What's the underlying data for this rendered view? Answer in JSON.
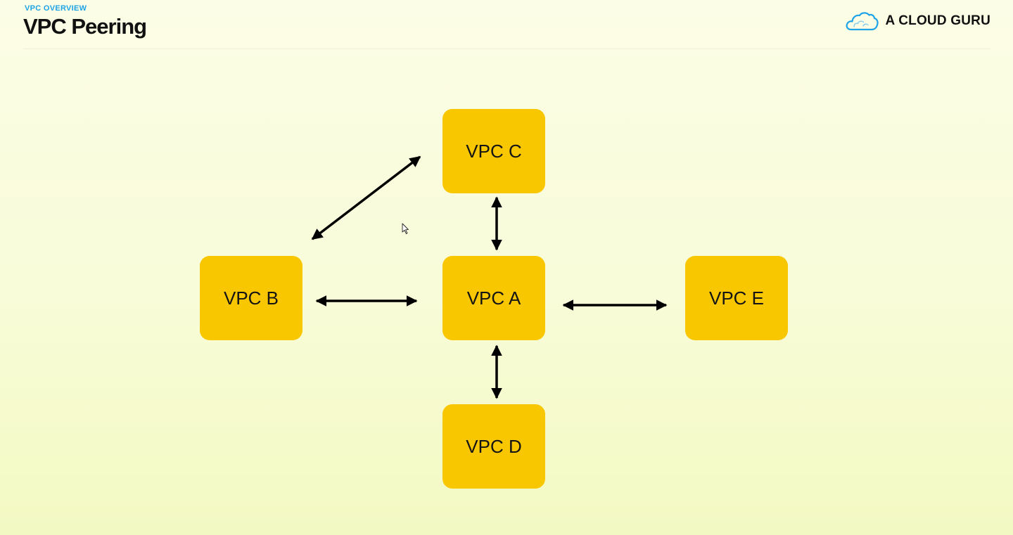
{
  "header": {
    "eyebrow": "VPC OVERVIEW",
    "title": "VPC Peering"
  },
  "brand": {
    "name": "A CLOUD GURU",
    "icon": "cloud-icon",
    "accent_color": "#1ea4e6"
  },
  "diagram": {
    "node_color": "#f9c700",
    "arrow_color": "#000000",
    "nodes": {
      "a": "VPC A",
      "b": "VPC B",
      "c": "VPC C",
      "d": "VPC D",
      "e": "VPC E"
    },
    "connections": [
      {
        "from": "VPC B",
        "to": "VPC C",
        "direction": "bidirectional"
      },
      {
        "from": "VPC C",
        "to": "VPC A",
        "direction": "bidirectional"
      },
      {
        "from": "VPC B",
        "to": "VPC A",
        "direction": "bidirectional"
      },
      {
        "from": "VPC A",
        "to": "VPC E",
        "direction": "bidirectional"
      },
      {
        "from": "VPC A",
        "to": "VPC D",
        "direction": "bidirectional"
      }
    ]
  },
  "cursor": {
    "icon": "mouse-pointer-icon"
  }
}
